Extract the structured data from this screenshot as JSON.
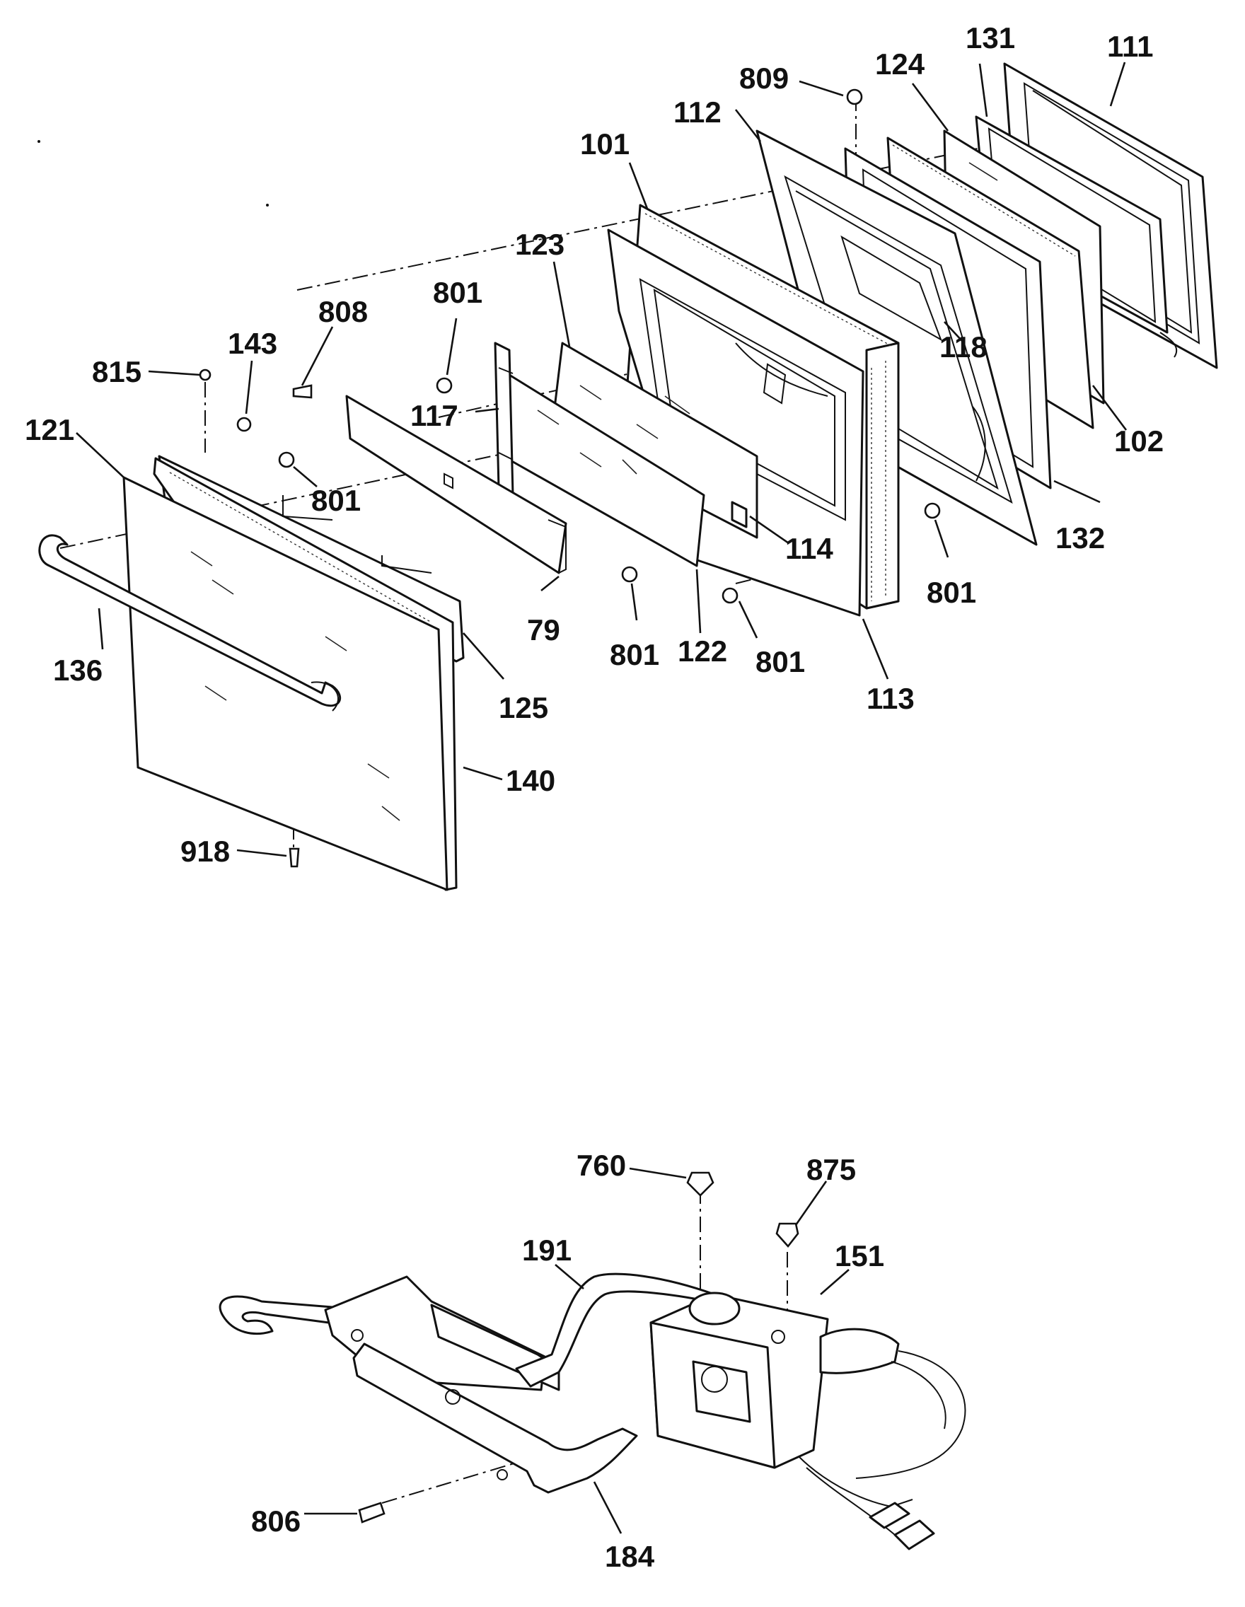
{
  "door_assembly": {
    "callouts": [
      "809",
      "131",
      "111",
      "124",
      "112",
      "101",
      "123",
      "808",
      "801",
      "143",
      "815",
      "117",
      "118",
      "102",
      "121",
      "801",
      "114",
      "132",
      "801",
      "79",
      "801",
      "122",
      "801",
      "113",
      "136",
      "125",
      "140",
      "918"
    ]
  },
  "hinge_assembly": {
    "callouts": [
      "760",
      "875",
      "191",
      "151",
      "806",
      "184"
    ]
  }
}
